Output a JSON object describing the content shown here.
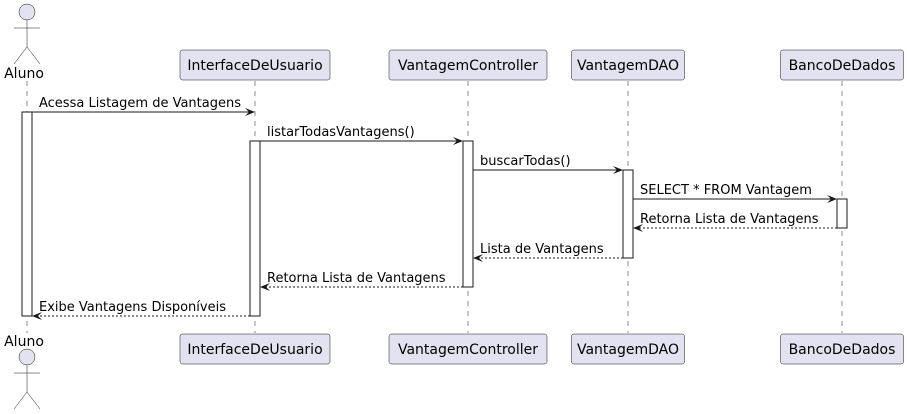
{
  "diagram": {
    "type": "sequence",
    "colors": {
      "participant_fill": "#e2e2f0",
      "stroke": "#181818",
      "activation_fill": "#ffffff"
    },
    "participants": [
      {
        "id": "aluno",
        "label": "Aluno",
        "kind": "actor"
      },
      {
        "id": "ui",
        "label": "InterfaceDeUsuario",
        "kind": "participant"
      },
      {
        "id": "ctrl",
        "label": "VantagemController",
        "kind": "participant"
      },
      {
        "id": "dao",
        "label": "VantagemDAO",
        "kind": "participant"
      },
      {
        "id": "db",
        "label": "BancoDeDados",
        "kind": "participant"
      }
    ],
    "messages": [
      {
        "from": "aluno",
        "to": "ui",
        "label": "Acessa Listagem de Vantagens",
        "style": "solid"
      },
      {
        "from": "ui",
        "to": "ctrl",
        "label": "listarTodasVantagens()",
        "style": "solid"
      },
      {
        "from": "ctrl",
        "to": "dao",
        "label": "buscarTodas()",
        "style": "solid"
      },
      {
        "from": "dao",
        "to": "db",
        "label": "SELECT * FROM Vantagem",
        "style": "solid"
      },
      {
        "from": "db",
        "to": "dao",
        "label": "Retorna Lista de Vantagens",
        "style": "dashed"
      },
      {
        "from": "dao",
        "to": "ctrl",
        "label": "Lista de Vantagens",
        "style": "dashed"
      },
      {
        "from": "ctrl",
        "to": "ui",
        "label": "Retorna Lista de Vantagens",
        "style": "dashed"
      },
      {
        "from": "ui",
        "to": "aluno",
        "label": "Exibe Vantagens Disponíveis",
        "style": "dashed"
      }
    ],
    "activations": [
      {
        "on": "aluno",
        "from_msg": 0,
        "to_msg": 7
      },
      {
        "on": "ui",
        "from_msg": 1,
        "to_msg": 7
      },
      {
        "on": "ctrl",
        "from_msg": 1,
        "to_msg": 6
      },
      {
        "on": "dao",
        "from_msg": 2,
        "to_msg": 5
      },
      {
        "on": "db",
        "from_msg": 3,
        "to_msg": 4
      }
    ]
  }
}
